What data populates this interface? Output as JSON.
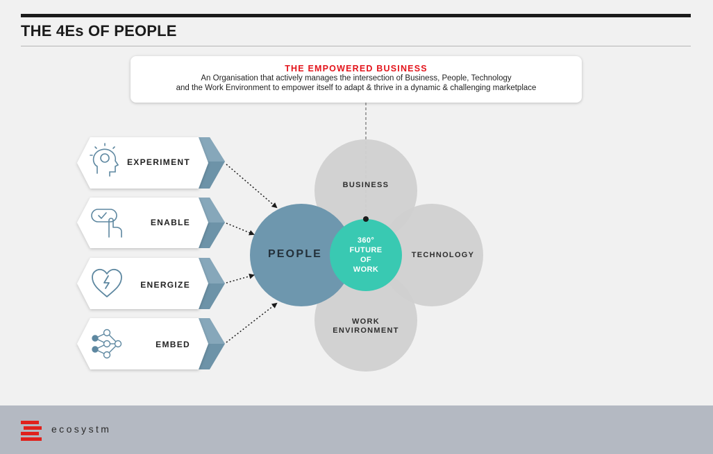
{
  "page": {
    "title": "THE 4Es OF PEOPLE"
  },
  "banner": {
    "heading": "THE EMPOWERED BUSINESS",
    "line1": "An Organisation that actively manages the intersection of Business, People, Technology",
    "line2": "and the Work Environment to empower itself to adapt & thrive in a dynamic & challenging marketplace"
  },
  "pillars": [
    {
      "label": "EXPERIMENT",
      "icon": "brain-head-icon"
    },
    {
      "label": "ENABLE",
      "icon": "touch-tap-icon"
    },
    {
      "label": "ENERGIZE",
      "icon": "heart-bolt-icon"
    },
    {
      "label": "EMBED",
      "icon": "network-nodes-icon"
    }
  ],
  "circles": {
    "people": "PEOPLE",
    "business": "BUSINESS",
    "technology": "TECHNOLOGY",
    "work_environment": [
      "WORK",
      "ENVIRONMENT"
    ],
    "center": [
      "360°",
      "FUTURE",
      "OF",
      "WORK"
    ]
  },
  "colors": {
    "accent_red": "#e3141b",
    "people_blue": "#6e97ae",
    "chevron_blue": "#6d93a8",
    "center_teal": "#39c9b2",
    "grey_circle": "#d0d0d0",
    "icon_blue": "#5d87a0"
  },
  "footer": {
    "brand": "ecosystm"
  }
}
